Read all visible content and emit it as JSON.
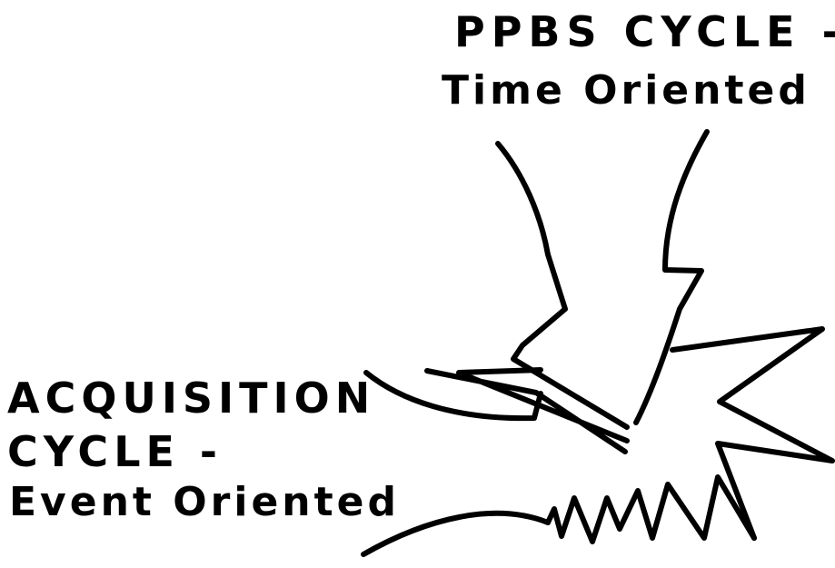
{
  "ppbs": {
    "title": "PPBS CYCLE -",
    "subtitle": "Time Oriented"
  },
  "acquisition": {
    "title": "ACQUISITION",
    "cycle": "CYCLE -",
    "subtitle": "Event Oriented"
  },
  "drawing": {
    "stroke_color": "#000000",
    "background_color": "#ffffff"
  }
}
